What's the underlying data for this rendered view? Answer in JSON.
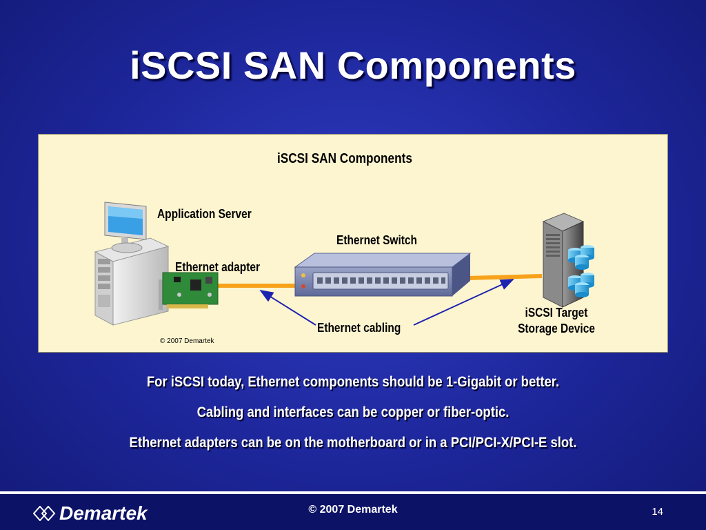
{
  "slide": {
    "title": "iSCSI SAN Components"
  },
  "diagram": {
    "title": "iSCSI SAN Components",
    "labels": {
      "application_server": "Application Server",
      "ethernet_adapter": "Ethernet adapter",
      "ethernet_switch": "Ethernet Switch",
      "ethernet_cabling": "Ethernet cabling",
      "target_line1": "iSCSI Target",
      "target_line2": "Storage Device"
    },
    "copyright": "© 2007 Demartek",
    "colors": {
      "panel_background": "#fdf5cf",
      "cable": "#f7a21b",
      "arrow": "#1d22b0"
    },
    "icons": [
      "monitor-icon",
      "server-tower-icon",
      "network-card-icon",
      "ethernet-switch-icon",
      "storage-device-icon"
    ]
  },
  "bullets": [
    "For iSCSI today, Ethernet components should be 1-Gigabit or better.",
    "Cabling and interfaces can be copper or fiber-optic.",
    "Ethernet adapters can be on the motherboard or in a PCI/PCI-X/PCI-E slot."
  ],
  "footer": {
    "logo_text": "Demartek",
    "copyright": "© 2007 Demartek",
    "page_number": "14"
  }
}
